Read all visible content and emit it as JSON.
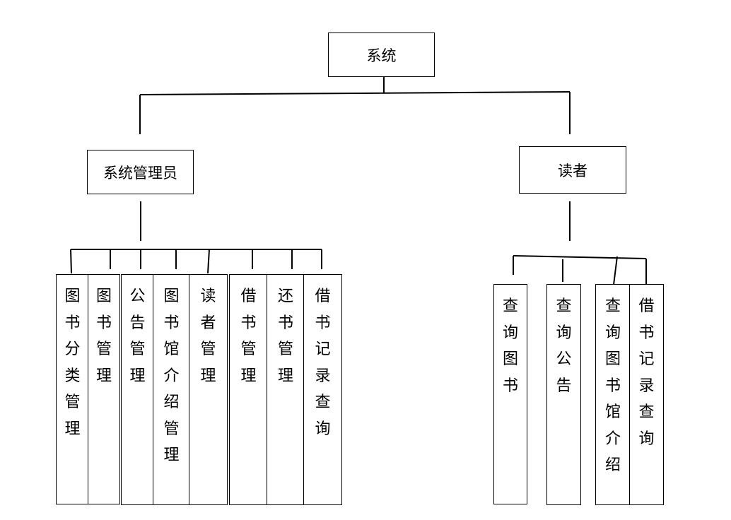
{
  "root": {
    "label": "系统"
  },
  "admin": {
    "label": "系统管理员",
    "children": [
      "图书分类管理",
      "图书管理",
      "公告管理",
      "图书馆介绍管理",
      "读者管理",
      "借书管理",
      "还书管理",
      "借书记录查询"
    ]
  },
  "reader": {
    "label": "读者",
    "children": [
      "查询图书",
      "查询公告",
      "查询图书馆介绍",
      "借书记录查询"
    ]
  }
}
